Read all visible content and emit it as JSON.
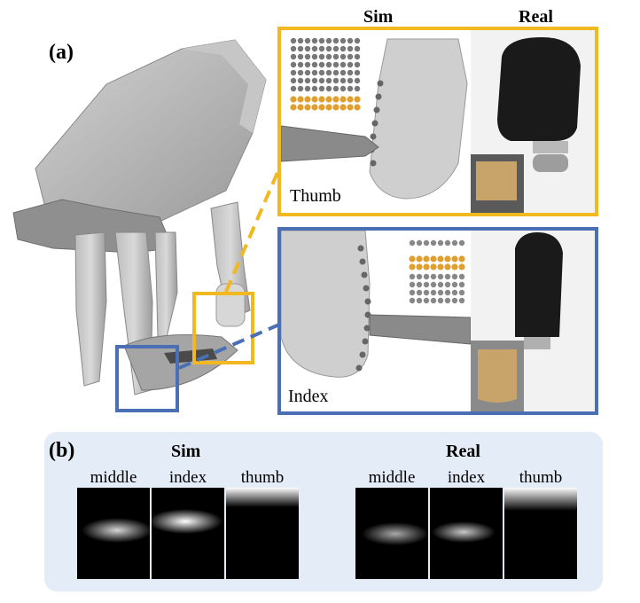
{
  "panel_a": {
    "label": "(a)",
    "col_sim": "Sim",
    "col_real": "Real",
    "thumb_caption": "Thumb",
    "index_caption": "Index"
  },
  "panel_b": {
    "label": "(b)",
    "sim_title": "Sim",
    "real_title": "Real",
    "sim_maps": [
      "middle",
      "index",
      "thumb"
    ],
    "real_maps": [
      "middle",
      "index",
      "thumb"
    ]
  },
  "colors": {
    "yellow": "#f2b820",
    "blue": "#4a6fb5",
    "panel_b_background": "#e4ecf7"
  }
}
